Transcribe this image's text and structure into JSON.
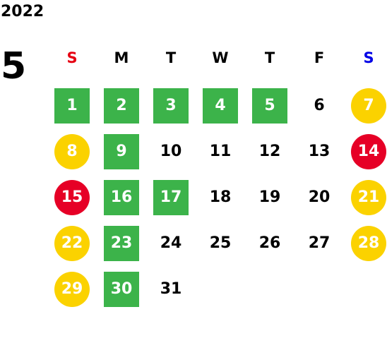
{
  "calendar": {
    "year": "2022",
    "month": "5",
    "weekdays": [
      {
        "label": "S",
        "color": "#e60012"
      },
      {
        "label": "M",
        "color": "#000000"
      },
      {
        "label": "T",
        "color": "#000000"
      },
      {
        "label": "W",
        "color": "#000000"
      },
      {
        "label": "T",
        "color": "#000000"
      },
      {
        "label": "F",
        "color": "#000000"
      },
      {
        "label": "S",
        "color": "#0000e6"
      }
    ],
    "days": [
      {
        "n": "1",
        "style": "green"
      },
      {
        "n": "2",
        "style": "green"
      },
      {
        "n": "3",
        "style": "green"
      },
      {
        "n": "4",
        "style": "green"
      },
      {
        "n": "5",
        "style": "green"
      },
      {
        "n": "6",
        "style": "plain"
      },
      {
        "n": "7",
        "style": "yellow"
      },
      {
        "n": "8",
        "style": "yellow"
      },
      {
        "n": "9",
        "style": "green"
      },
      {
        "n": "10",
        "style": "plain"
      },
      {
        "n": "11",
        "style": "plain"
      },
      {
        "n": "12",
        "style": "plain"
      },
      {
        "n": "13",
        "style": "plain"
      },
      {
        "n": "14",
        "style": "red"
      },
      {
        "n": "15",
        "style": "red"
      },
      {
        "n": "16",
        "style": "green"
      },
      {
        "n": "17",
        "style": "green"
      },
      {
        "n": "18",
        "style": "plain"
      },
      {
        "n": "19",
        "style": "plain"
      },
      {
        "n": "20",
        "style": "plain"
      },
      {
        "n": "21",
        "style": "yellow"
      },
      {
        "n": "22",
        "style": "yellow"
      },
      {
        "n": "23",
        "style": "green"
      },
      {
        "n": "24",
        "style": "plain"
      },
      {
        "n": "25",
        "style": "plain"
      },
      {
        "n": "26",
        "style": "plain"
      },
      {
        "n": "27",
        "style": "plain"
      },
      {
        "n": "28",
        "style": "yellow"
      },
      {
        "n": "29",
        "style": "yellow"
      },
      {
        "n": "30",
        "style": "green"
      },
      {
        "n": "31",
        "style": "plain"
      }
    ]
  }
}
